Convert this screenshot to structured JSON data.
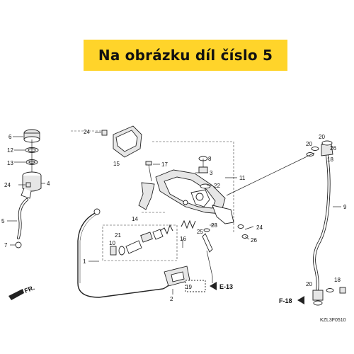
{
  "banner": {
    "text": "Na obrázku díl číslo 5",
    "color": "#ffd42a"
  },
  "parts": {
    "p1": "1",
    "p2": "2",
    "p3": "3",
    "p4": "4",
    "p5": "5",
    "p6": "6",
    "p7": "7",
    "p8": "8",
    "p9": "9",
    "p10": "10",
    "p11": "11",
    "p12": "12",
    "p13": "13",
    "p14": "14",
    "p15": "15",
    "p16": "16",
    "p17": "17",
    "p18": "18",
    "p19": "19",
    "p20a": "20",
    "p20b": "20",
    "p20c": "20",
    "p21": "21",
    "p22": "22",
    "p23": "23",
    "p24a": "24",
    "p24b": "24",
    "p24c": "24",
    "p25": "25",
    "p26a": "26",
    "p26b": "26"
  },
  "refs": {
    "e13": "E-13",
    "f18": "F-18",
    "fr": "FR."
  },
  "diagram_code": "KZL3F0510"
}
